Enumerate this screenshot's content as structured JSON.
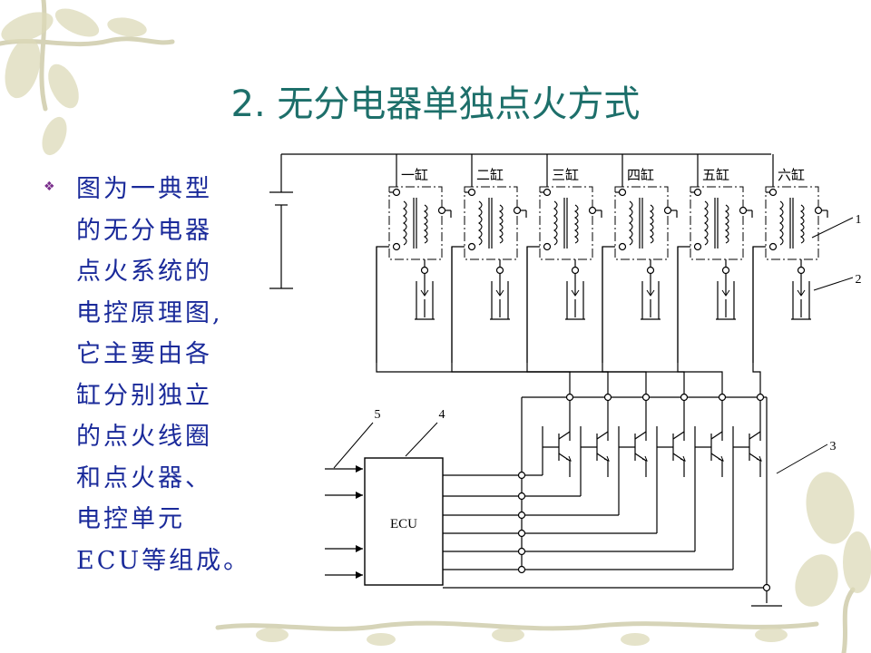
{
  "slide": {
    "title": "2. 无分电器单独点火方式",
    "bullet_icon": "diamond-bullet-icon",
    "body_lines": [
      "图为一典型",
      "的无分电器",
      "点火系统的",
      "电控原理图,",
      "它主要由各",
      "缸分别独立",
      "的点火线圈",
      "和点火器、",
      "电控单元",
      "ECU等组成。"
    ]
  },
  "diagram": {
    "cylinders": [
      "一缸",
      "二缸",
      "三缸",
      "四缸",
      "五缸",
      "六缸"
    ],
    "ecu_label": "ECU",
    "callouts": [
      "1",
      "2",
      "3",
      "4",
      "5"
    ]
  },
  "colors": {
    "title": "#1d6f6a",
    "body_text": "#1a2a9a",
    "bullet": "#7a2f8c",
    "decoration": "#c9c7a4"
  }
}
